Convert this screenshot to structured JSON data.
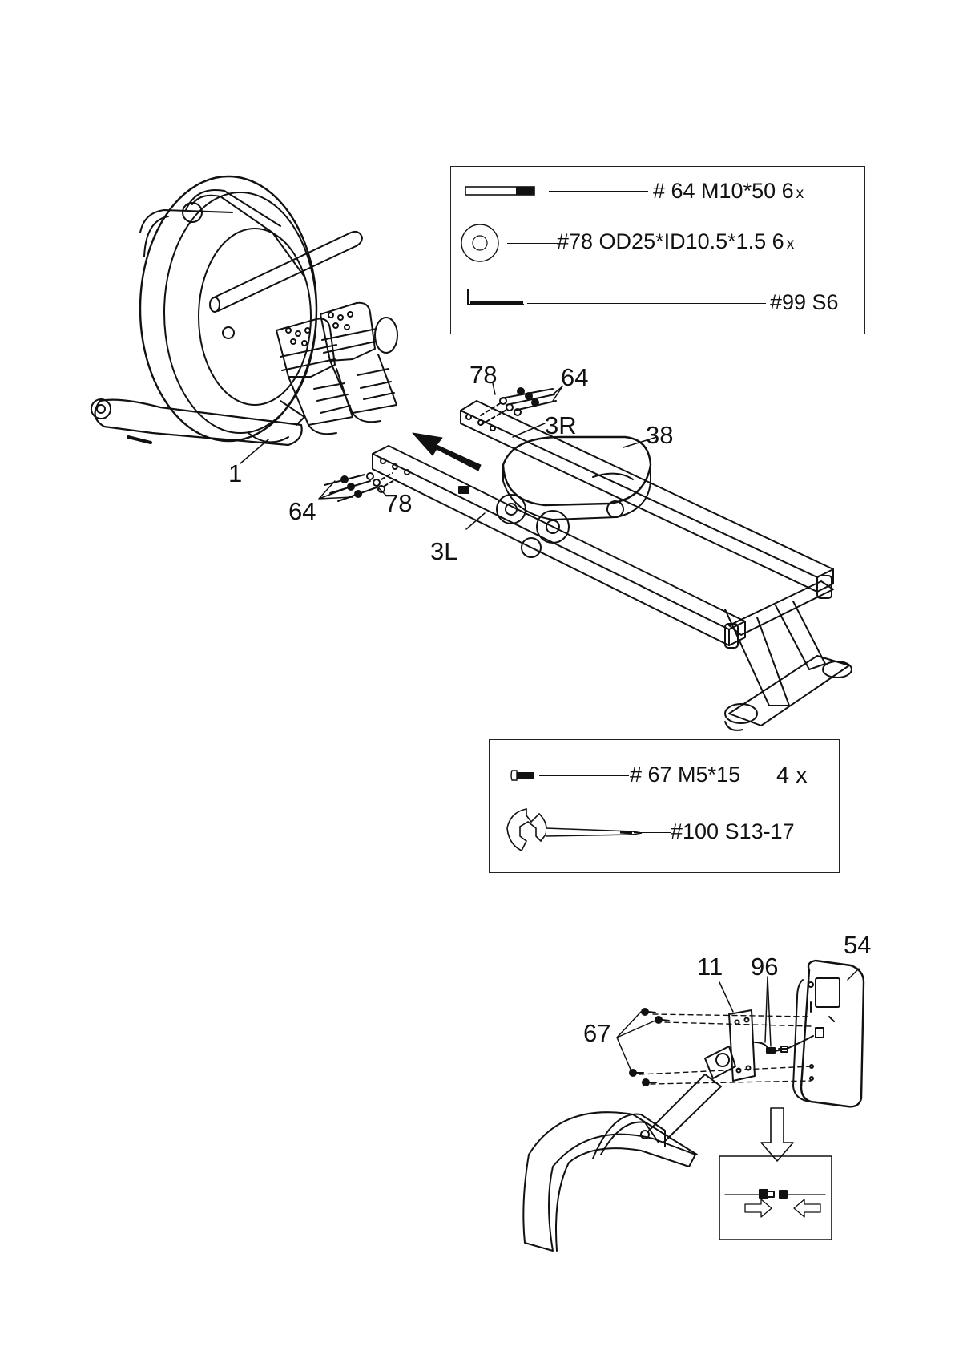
{
  "colors": {
    "ink": "#111111",
    "paper": "#ffffff",
    "gray": "#9a9a9a"
  },
  "hardware_box_1": {
    "items": [
      {
        "icon": "bolt-icon",
        "code": "# 64 M10*50 6",
        "qty_mark": "x"
      },
      {
        "icon": "washer-icon",
        "code": "#78 OD25*ID10.5*1.5 6",
        "qty_mark": "x"
      },
      {
        "icon": "hex-key-icon",
        "code": "#99 S6",
        "qty_mark": ""
      }
    ]
  },
  "hardware_box_2": {
    "items": [
      {
        "icon": "screw-icon",
        "code": "# 67 M5*15",
        "qty": "4 x"
      },
      {
        "icon": "wrench-icon",
        "code": "#100 S13-17",
        "qty": ""
      }
    ]
  },
  "diagram_1": {
    "callouts": {
      "frame": "1",
      "washer_top": "78",
      "bolt_top": "64",
      "rail_right": "3R",
      "seat": "38",
      "bolt_bottom": "64",
      "washer_bottom": "78",
      "rail_left": "3L"
    }
  },
  "diagram_2": {
    "callouts": {
      "console": "54",
      "bracket": "11",
      "cable": "96",
      "screws": "67"
    }
  }
}
